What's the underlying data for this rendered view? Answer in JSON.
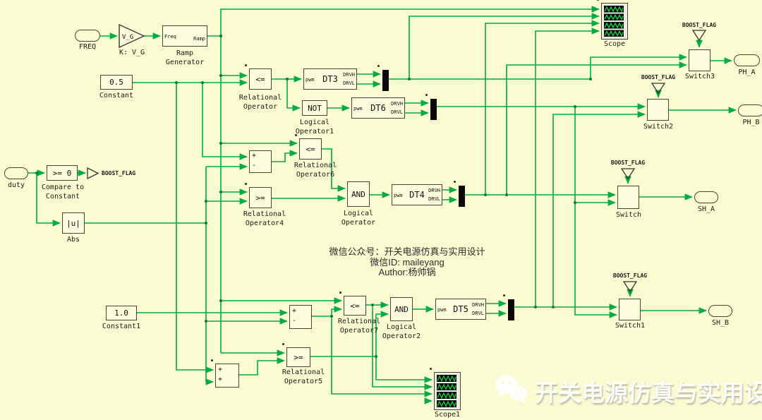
{
  "colors": {
    "background": "#FBFBD2",
    "wire_green": "#00AB41",
    "scope_trace_green": "#17CE3F",
    "scope_screen": "#000000",
    "mux_black": "#0A0A0A"
  },
  "ports": {
    "freq": "FREQ",
    "duty": "duty",
    "ph_a": "PH_A",
    "ph_b": "PH_B",
    "sh_a": "SH_A",
    "sh_b": "SH_B"
  },
  "gain": {
    "symbol": "V_G",
    "caption": "K: V_G"
  },
  "ramp": {
    "port_in": "Freq",
    "port_out": "Ramp",
    "caption1": "Ramp",
    "caption2": "Generator"
  },
  "constants": {
    "c0": {
      "value": "0.5",
      "caption": "Constant"
    },
    "c1": {
      "value": "1.0",
      "caption": "Constant1"
    }
  },
  "compare": {
    "symbol": ">= 0",
    "caption1": "Compare to",
    "caption2": "Constant"
  },
  "abs": {
    "symbol": "|u|",
    "caption": "Abs"
  },
  "relops": {
    "r0": {
      "symbol": "<=",
      "caption1": "Relational",
      "caption2": "Operator"
    },
    "r6": {
      "symbol": "<=",
      "caption1": "Relational",
      "caption2": "Operator6"
    },
    "r4": {
      "symbol": ">=",
      "caption1": "Relational",
      "caption2": "Operator4"
    },
    "r7": {
      "symbol": "<=",
      "caption1": "Relational",
      "caption2": "Operator7"
    },
    "r5": {
      "symbol": ">=",
      "caption1": "Relational",
      "caption2": "Operator5"
    }
  },
  "logic": {
    "not1": {
      "symbol": "NOT",
      "caption1": "Logical",
      "caption2": "Operator1"
    },
    "and0": {
      "symbol": "AND",
      "caption1": "Logical",
      "caption2": "Operator"
    },
    "and2": {
      "symbol": "AND",
      "caption1": "Logical",
      "caption2": "Operator2"
    }
  },
  "dt": {
    "dt3": {
      "label": "DT3",
      "in": "pwm",
      "out1": "DRVH",
      "out2": "DRVL"
    },
    "dt6": {
      "label": "DT6",
      "in": "pwm",
      "out1": "DRVH",
      "out2": "DRVL"
    },
    "dt4": {
      "label": "DT4",
      "in": "pwm",
      "out1": "DRVH",
      "out2": "DRVL"
    },
    "dt5": {
      "label": "DT5",
      "in": "pwm",
      "out1": "DRVH",
      "out2": "DRVL"
    }
  },
  "sums": {
    "s1": {
      "top": "+",
      "bottom": "-"
    },
    "s2": {
      "top": "+",
      "bottom": "-"
    },
    "s3": {
      "top": "+",
      "bottom": "+"
    }
  },
  "scopes": {
    "scope": "Scope",
    "scope1": "Scope1"
  },
  "switches": {
    "sw3": "Switch3",
    "sw2": "Switch2",
    "sw": "Switch",
    "sw1": "Switch1"
  },
  "tags": {
    "goto": "BOOST_FLAG",
    "from_sw3": "BOOST_FLAG",
    "from_sw2": "BOOST_FLAG",
    "from_sw": "BOOST_FLAG",
    "from_sw1": "BOOST_FLAG"
  },
  "watermark": {
    "line1": "微信公众号：开关电源仿真与实用设计",
    "line2": "微信ID: maileyang",
    "line3": "Author:杨帅锅",
    "brand": "开关电源仿真与实用设计"
  }
}
